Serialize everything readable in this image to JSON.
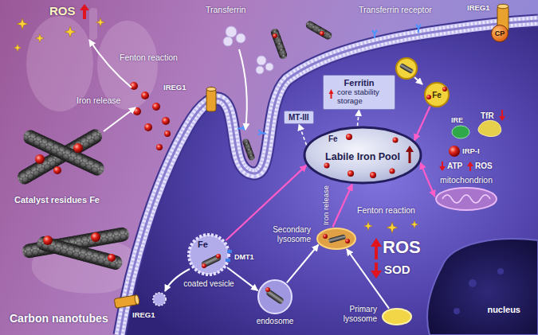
{
  "diagram": {
    "nodes": [
      {
        "text": [
          "CP"
        ]
      },
      {
        "text": [
          "Ferritin",
          "core stability storage"
        ]
      },
      {
        "text": [
          "MT-III"
        ]
      },
      {
        "text": [
          "Fe",
          "Labile Iron Pool"
        ]
      },
      {
        "text": [
          "Fe"
        ]
      },
      {
        "text": [
          "mitochondrion"
        ]
      },
      {
        "text": [
          "Fe",
          "coated vesicle"
        ]
      },
      {
        "text": [
          "endosome"
        ]
      },
      {
        "text": [
          "Secondary lysosome"
        ]
      },
      {
        "text": [
          "Primary lysosome"
        ]
      },
      {
        "text": [
          "nucleus"
        ]
      }
    ],
    "edges": [
      {
        "from": 6,
        "to": 7,
        "arrow": "to"
      },
      {
        "from": 7,
        "to": 8,
        "arrow": "to"
      },
      {
        "from": 9,
        "to": 8,
        "arrow": "to"
      },
      {
        "from": 8,
        "to": 3,
        "label": "Iron release",
        "arrow": "to"
      },
      {
        "from": 6,
        "to": 3,
        "arrow": "to"
      },
      {
        "from": 4,
        "to": 3,
        "arrow": "to"
      },
      {
        "from": 3,
        "to": 2,
        "arrow": "to"
      },
      {
        "from": 3,
        "to": 1,
        "arrow": "to"
      },
      {
        "from": 3,
        "to": 5,
        "arrow": "both"
      }
    ],
    "labels": [
      "ROS",
      "Fenton reaction",
      "Iron release",
      "Catalyst residues Fe",
      "Carbon nanotubes",
      "Transferrin",
      "Transferrin receptor",
      "IREG1",
      "IREG1",
      "IREG1",
      "IRE",
      "TfR",
      "IRP-I",
      "ATP",
      "ROS",
      "DMT1",
      "Fenton reaction",
      "ROS",
      "SOD"
    ]
  }
}
